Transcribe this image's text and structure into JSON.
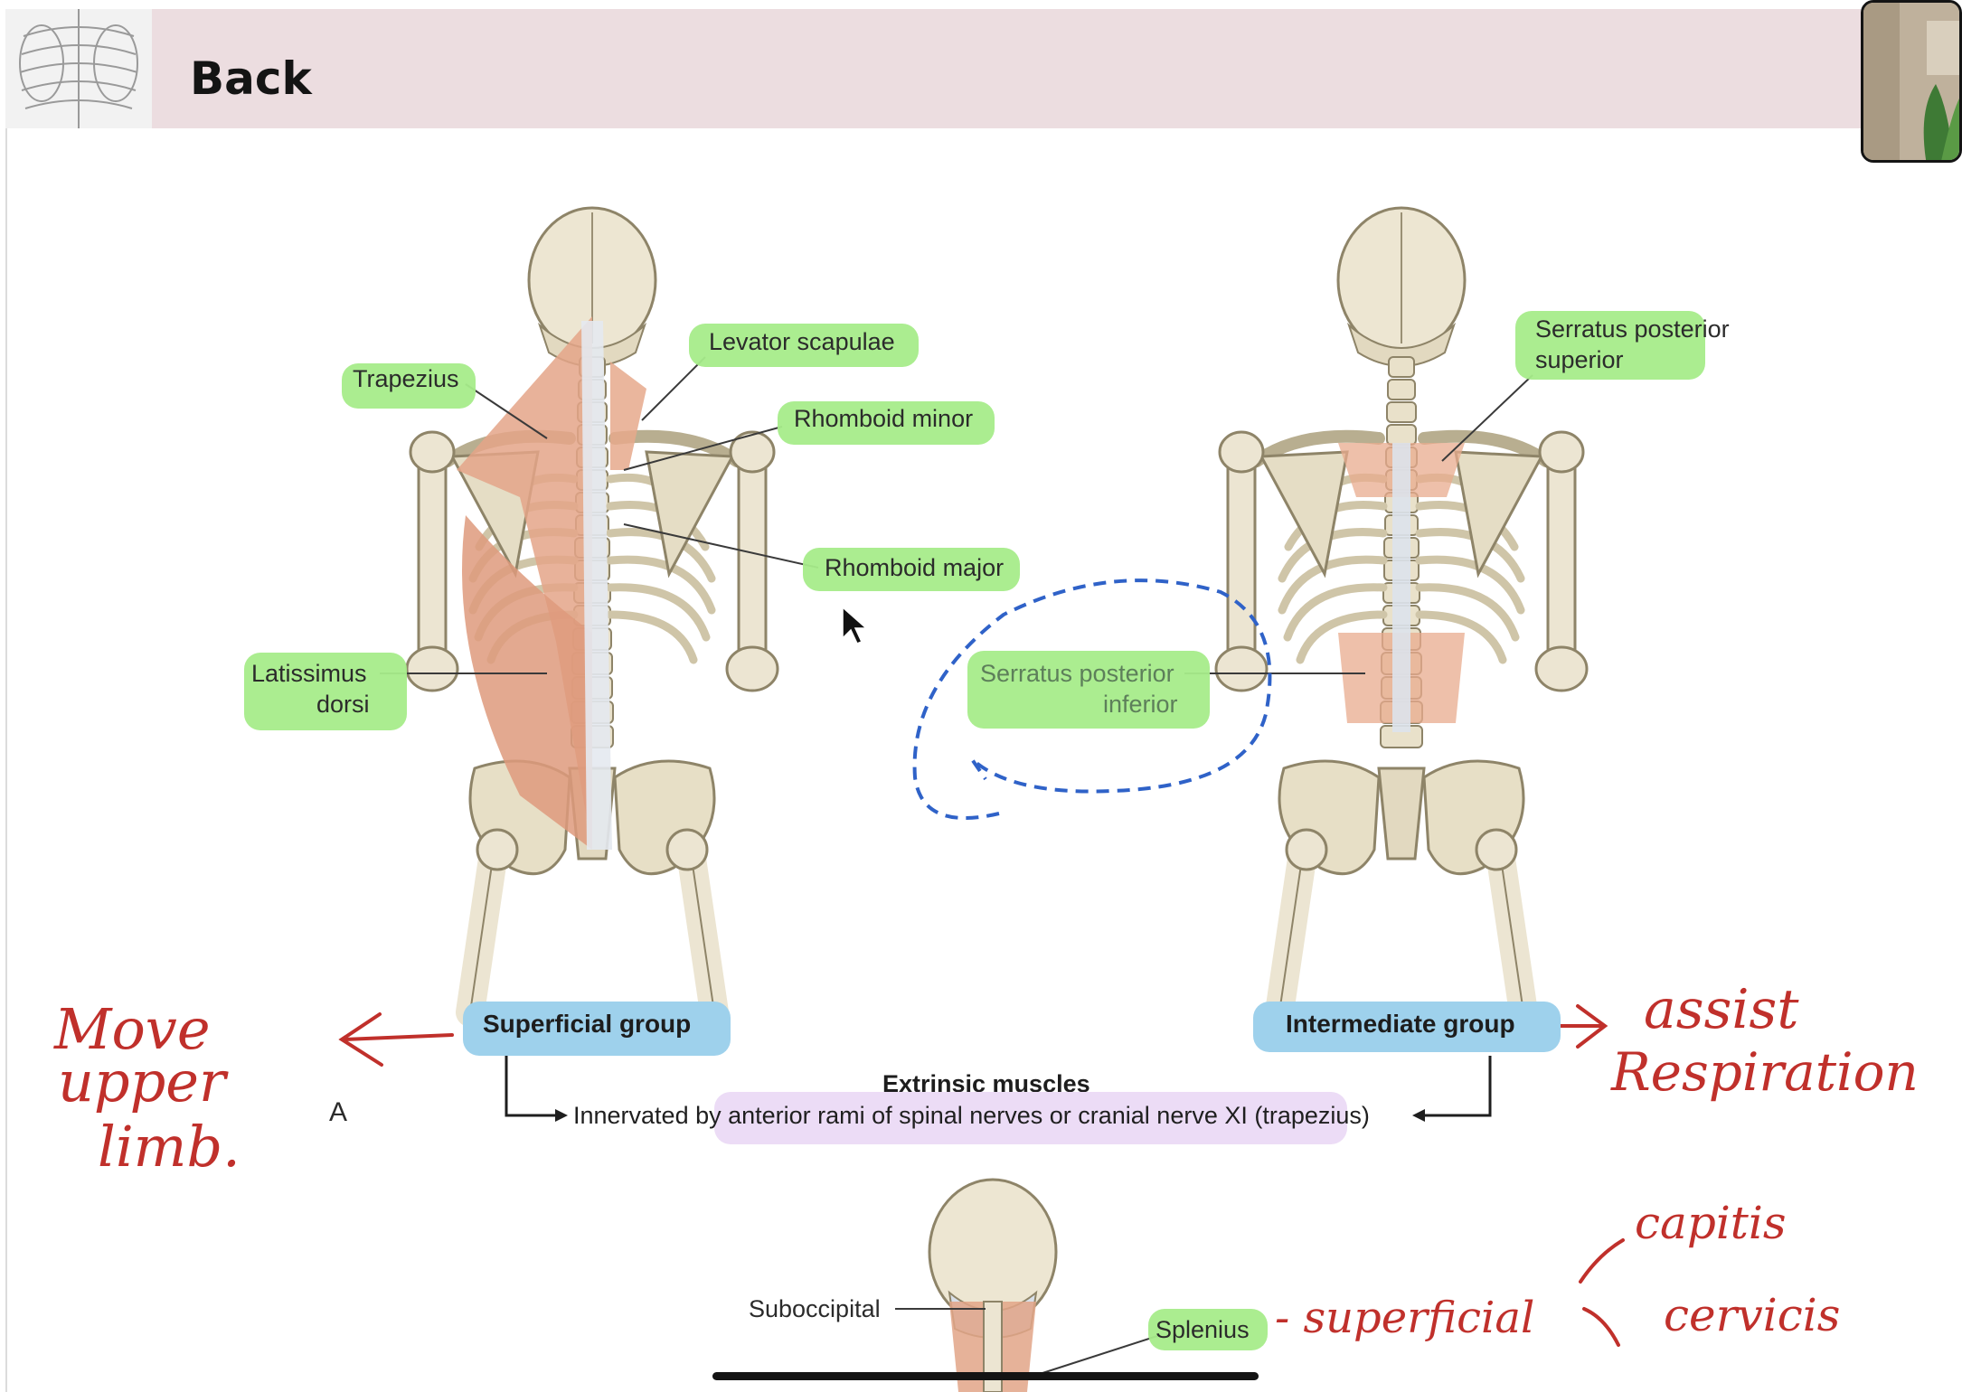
{
  "page": {
    "title": "Back",
    "panel_letter": "A"
  },
  "labels": {
    "trapezius": "Trapezius",
    "levator_scapulae": "Levator scapulae",
    "rhomboid_minor": "Rhomboid minor",
    "rhomboid_major": "Rhomboid major",
    "latissimus_line1": "Latissimus",
    "latissimus_line2": "dorsi",
    "serratus_sup_line1": "Serratus posterior",
    "serratus_sup_line2": "superior",
    "serratus_inf_line1": "Serratus posterior",
    "serratus_inf_line2": "inferior",
    "suboccipital": "Suboccipital",
    "splenius": "Splenius"
  },
  "groups": {
    "superficial": "Superficial group",
    "intermediate": "Intermediate group",
    "extrinsic_title": "Extrinsic muscles",
    "innervation": "Innervated by anterior rami of spinal nerves or cranial nerve XI (trapezius)"
  },
  "annotations": {
    "move_line1": "Move",
    "move_line2": "upper",
    "move_line3": "limb.",
    "assist_line1": "assist",
    "assist_line2": "Respiration",
    "superficial": "- superficial",
    "capitis": "capitis",
    "cervicis": "cervicis"
  },
  "colors": {
    "header_bg": "#ecdde0",
    "label_highlight": "#a6ec8a",
    "group_highlight": "#9ed1ec",
    "innervation_highlight": "#ecdcf6",
    "ink_red": "#c0302b",
    "ink_blue": "#2f62c8",
    "muscle": "#e2a487",
    "bone": "#ece5d2"
  }
}
